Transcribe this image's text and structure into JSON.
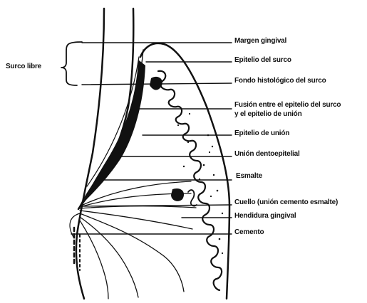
{
  "labels": {
    "surco_libre": "Surco libre",
    "margen_gingival": "Margen gingival",
    "epitelio_surco": "Epitelio del surco",
    "fondo_histologico": "Fondo histológico del surco",
    "fusion_line1": "Fusión entre el epitelio del surco",
    "fusion_line2": "y el epitelio de unión",
    "epitelio_union": "Epitelio de unión",
    "union_dentoepitelial": "Unión dentoepitelial",
    "esmalte": "Esmalte",
    "cuello": "Cuello (unión cemento esmalte)",
    "hendidura": "Hendidura gingival",
    "cemento": "Cemento"
  },
  "colors": {
    "ink": "#111111",
    "background": "#ffffff"
  }
}
